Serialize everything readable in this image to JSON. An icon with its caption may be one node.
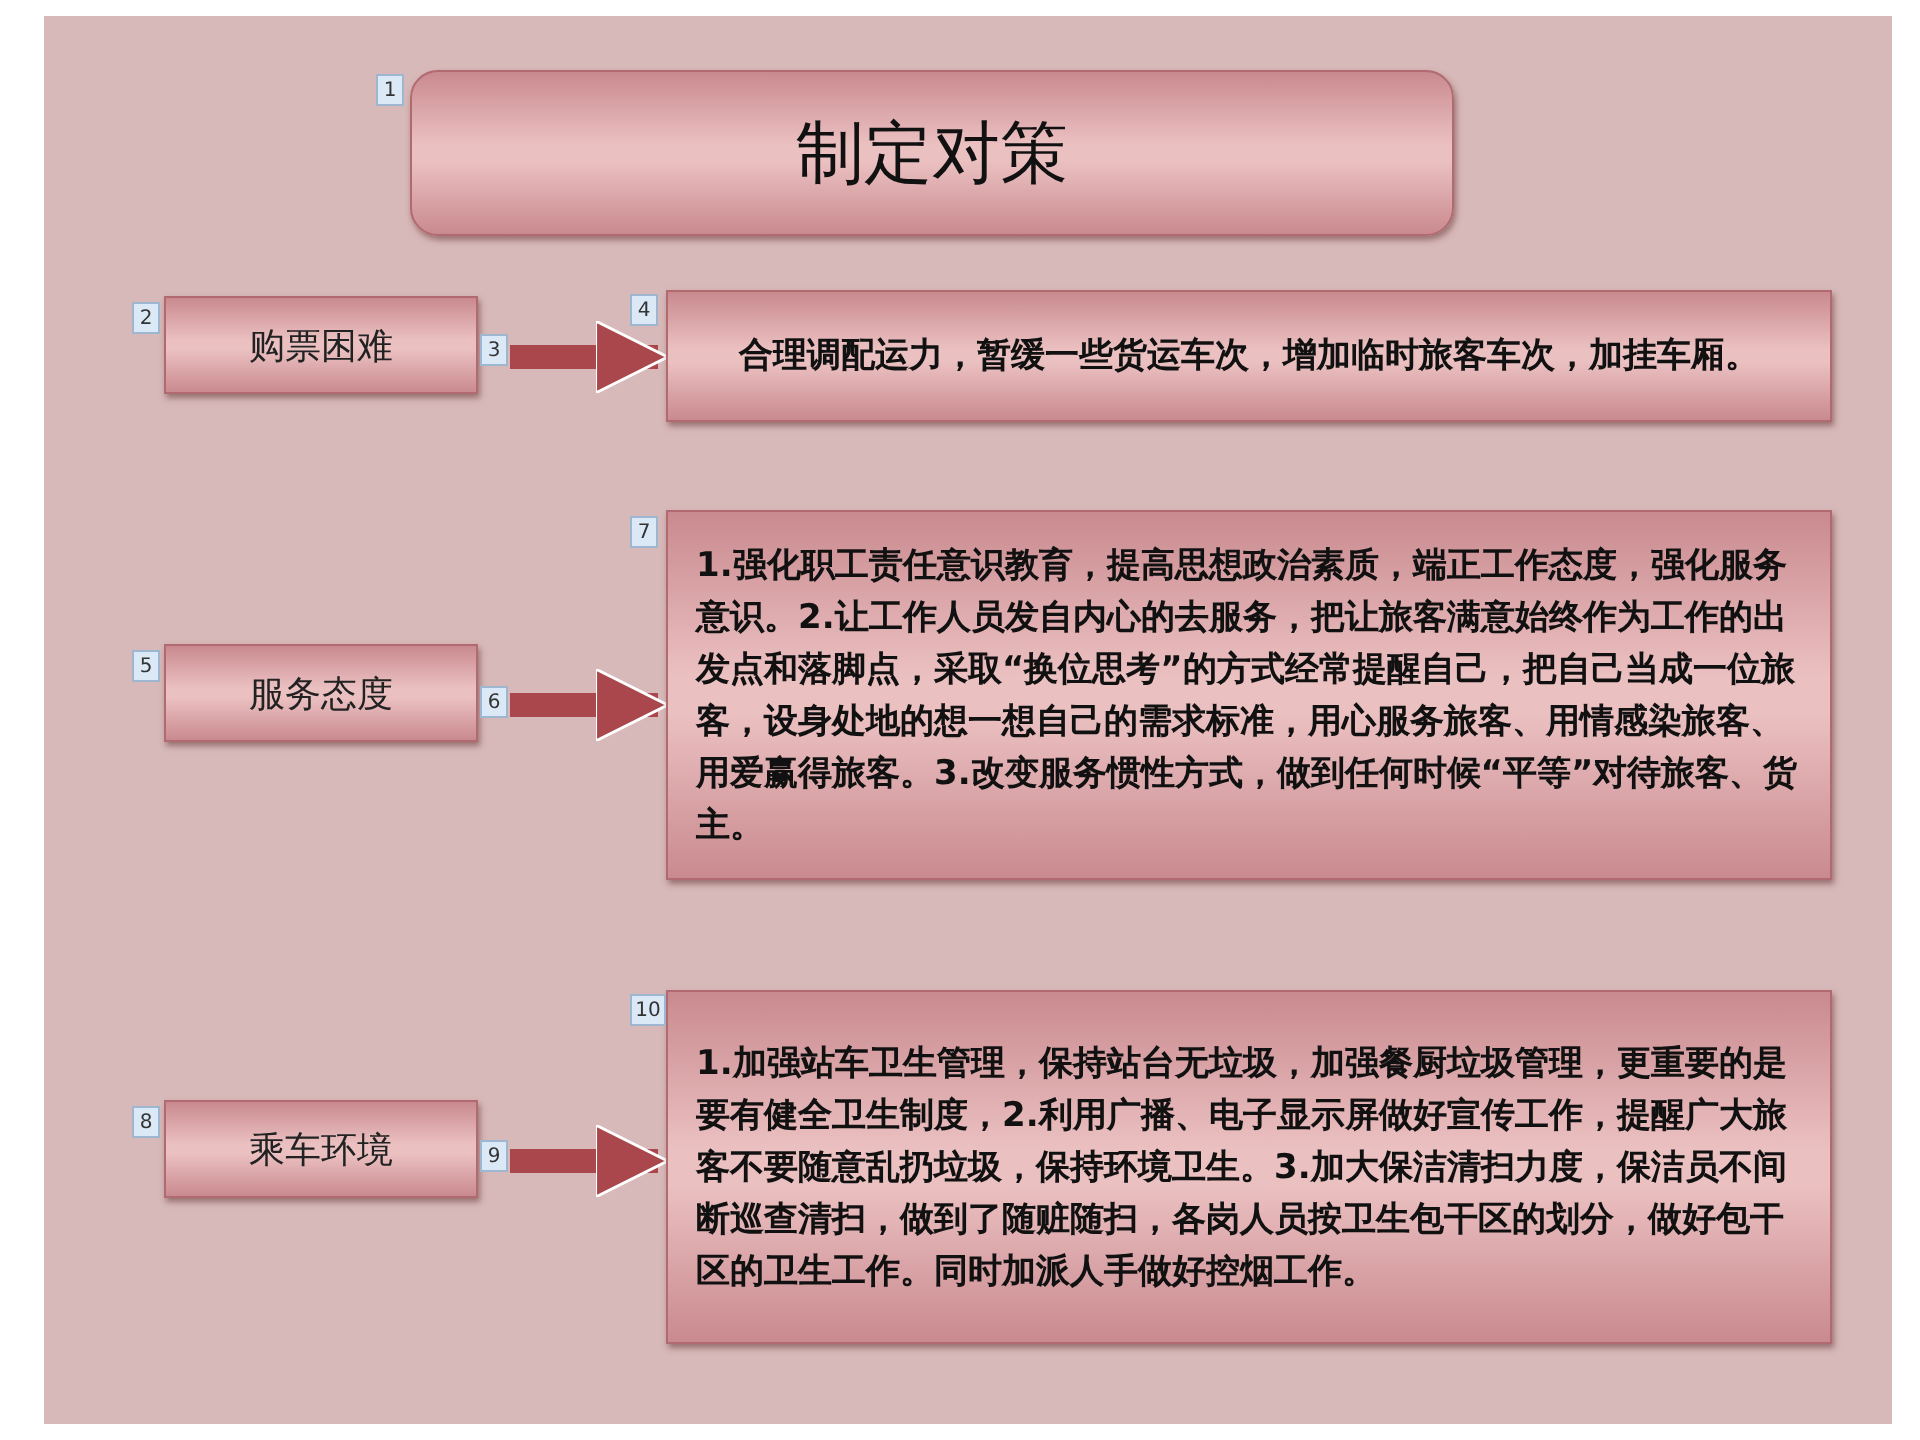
{
  "diagram": {
    "title": "制定对策",
    "nodes": [
      {
        "text": [
          "购票困难"
        ]
      },
      {
        "text": [
          "合理调配运力，暂缓一些货运车次，增加临时旅客车次，加挂车厢。"
        ]
      },
      {
        "text": [
          "服务态度"
        ]
      },
      {
        "text": [
          "1.强化职工责任意识教育，提高思想政治素质，端正工作态度，强化服务意识。2.让工作人员发自内心的去服务，把让旅客满意始终作为工作的出发点和落脚点，采取“换位思考”的方式经常提醒自己，把自己当成一位旅客，设身处地的想一想自己的需求标准，用心服务旅客、用情感染旅客、用爱赢得旅客。3.改变服务惯性方式，做到任何时候“平等”对待旅客、货主。"
        ]
      },
      {
        "text": [
          "乘车环境"
        ]
      },
      {
        "text": [
          "1.加强站车卫生管理，保持站台无垃圾，加强餐厨垃圾管理，更重要的是要有健全卫生制度，2.利用广播、电子显示屏做好宣传工作，提醒广大旅客不要随意乱扔垃圾，保持环境卫生。3.加大保洁清扫力度，保洁员不间断巡查清扫，做到了随赃随扫，各岗人员按卫生包干区的划分，做好包干区的卫生工作。同时加派人手做好控烟工作。"
        ]
      }
    ],
    "edges": [
      {
        "from": 0,
        "to": 1,
        "arrow": "to"
      },
      {
        "from": 2,
        "to": 3,
        "arrow": "to"
      },
      {
        "from": 4,
        "to": 5,
        "arrow": "to"
      }
    ],
    "labels": [
      "1",
      "2",
      "3",
      "4",
      "5",
      "6",
      "7",
      "8",
      "9",
      "10"
    ]
  }
}
